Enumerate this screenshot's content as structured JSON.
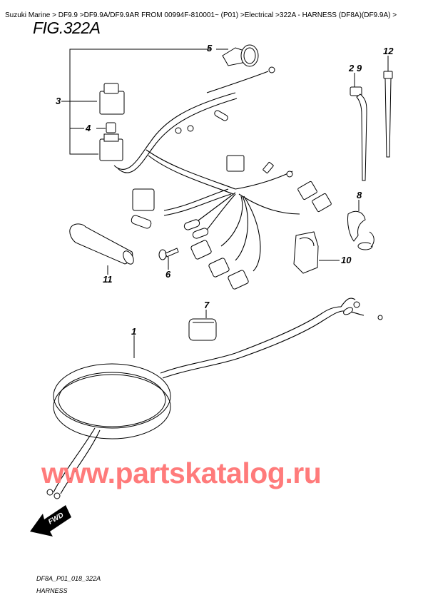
{
  "breadcrumb": "Suzuki Marine > DF9.9 >DF9.9A/DF9.9AR FROM 00994F-810001~ (P01) >Electrical >322A - HARNESS (DF8A)(DF9.9A) >",
  "figure": {
    "title": "FIG.322A",
    "code": "DF8A_P01_018_322A",
    "name": "HARNESS"
  },
  "callouts": [
    {
      "id": "1",
      "label": "1"
    },
    {
      "id": "2-9",
      "label": "2 9"
    },
    {
      "id": "3",
      "label": "3"
    },
    {
      "id": "4",
      "label": "4"
    },
    {
      "id": "5",
      "label": "5"
    },
    {
      "id": "6",
      "label": "6"
    },
    {
      "id": "7",
      "label": "7"
    },
    {
      "id": "8",
      "label": "8"
    },
    {
      "id": "10",
      "label": "10"
    },
    {
      "id": "11",
      "label": "11"
    },
    {
      "id": "12",
      "label": "12"
    }
  ],
  "fwd_label": "FWD",
  "watermark": "www.partskatalog.ru"
}
